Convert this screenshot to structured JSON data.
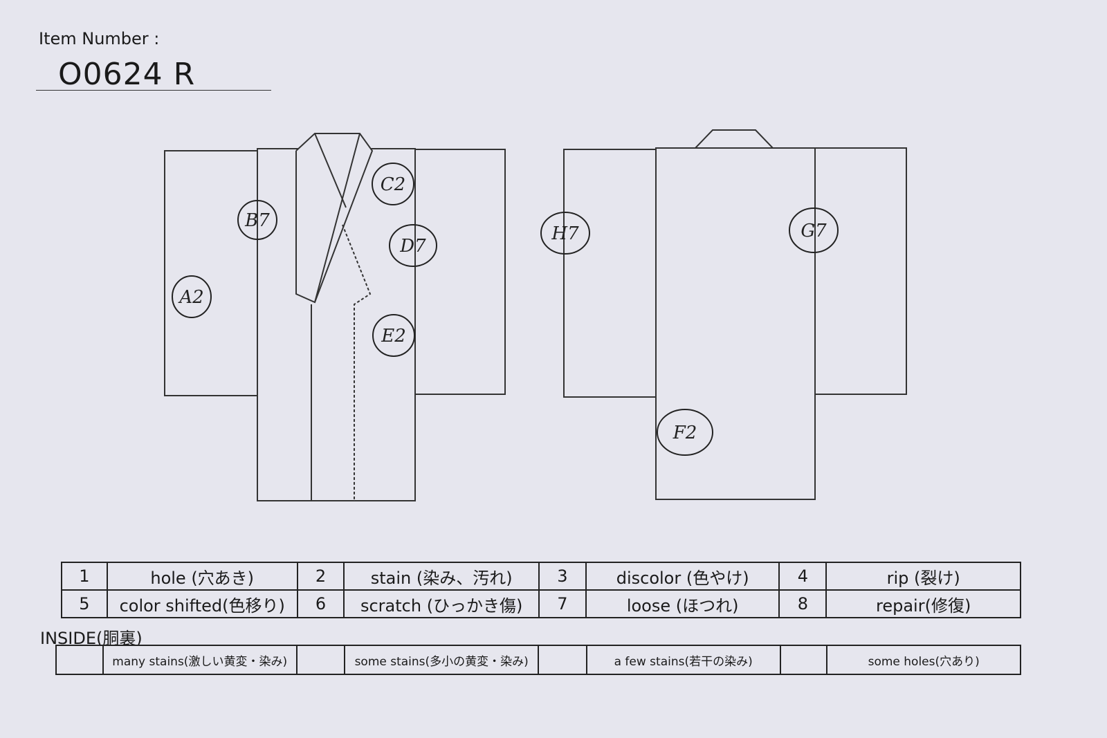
{
  "item": {
    "label": "Item Number :",
    "number": "O0624   R"
  },
  "marks": {
    "front": [
      {
        "code": "A2"
      },
      {
        "code": "B7"
      },
      {
        "code": "C2"
      },
      {
        "code": "D7"
      },
      {
        "code": "E2"
      }
    ],
    "back": [
      {
        "code": "F2"
      },
      {
        "code": "G7"
      },
      {
        "code": "H7"
      }
    ]
  },
  "defects": [
    [
      {
        "num": "1",
        "label": "hole (穴あき)"
      },
      {
        "num": "2",
        "label": "stain (染み、汚れ)"
      },
      {
        "num": "3",
        "label": "discolor (色やけ)"
      },
      {
        "num": "4",
        "label": "rip (裂け)"
      }
    ],
    [
      {
        "num": "5",
        "label": "color shifted(色移り)"
      },
      {
        "num": "6",
        "label": "scratch (ひっかき傷)"
      },
      {
        "num": "7",
        "label": "loose (ほつれ)"
      },
      {
        "num": "8",
        "label": "repair(修復)"
      }
    ]
  ],
  "inside": {
    "title": "INSIDE(胴裏)",
    "options": [
      {
        "label": "many stains(激しい黄変・染み)"
      },
      {
        "label": "some stains(多小の黄変・染み)"
      },
      {
        "label": "a few stains(若干の染み)"
      },
      {
        "label": "some holes(穴あり)"
      }
    ]
  }
}
